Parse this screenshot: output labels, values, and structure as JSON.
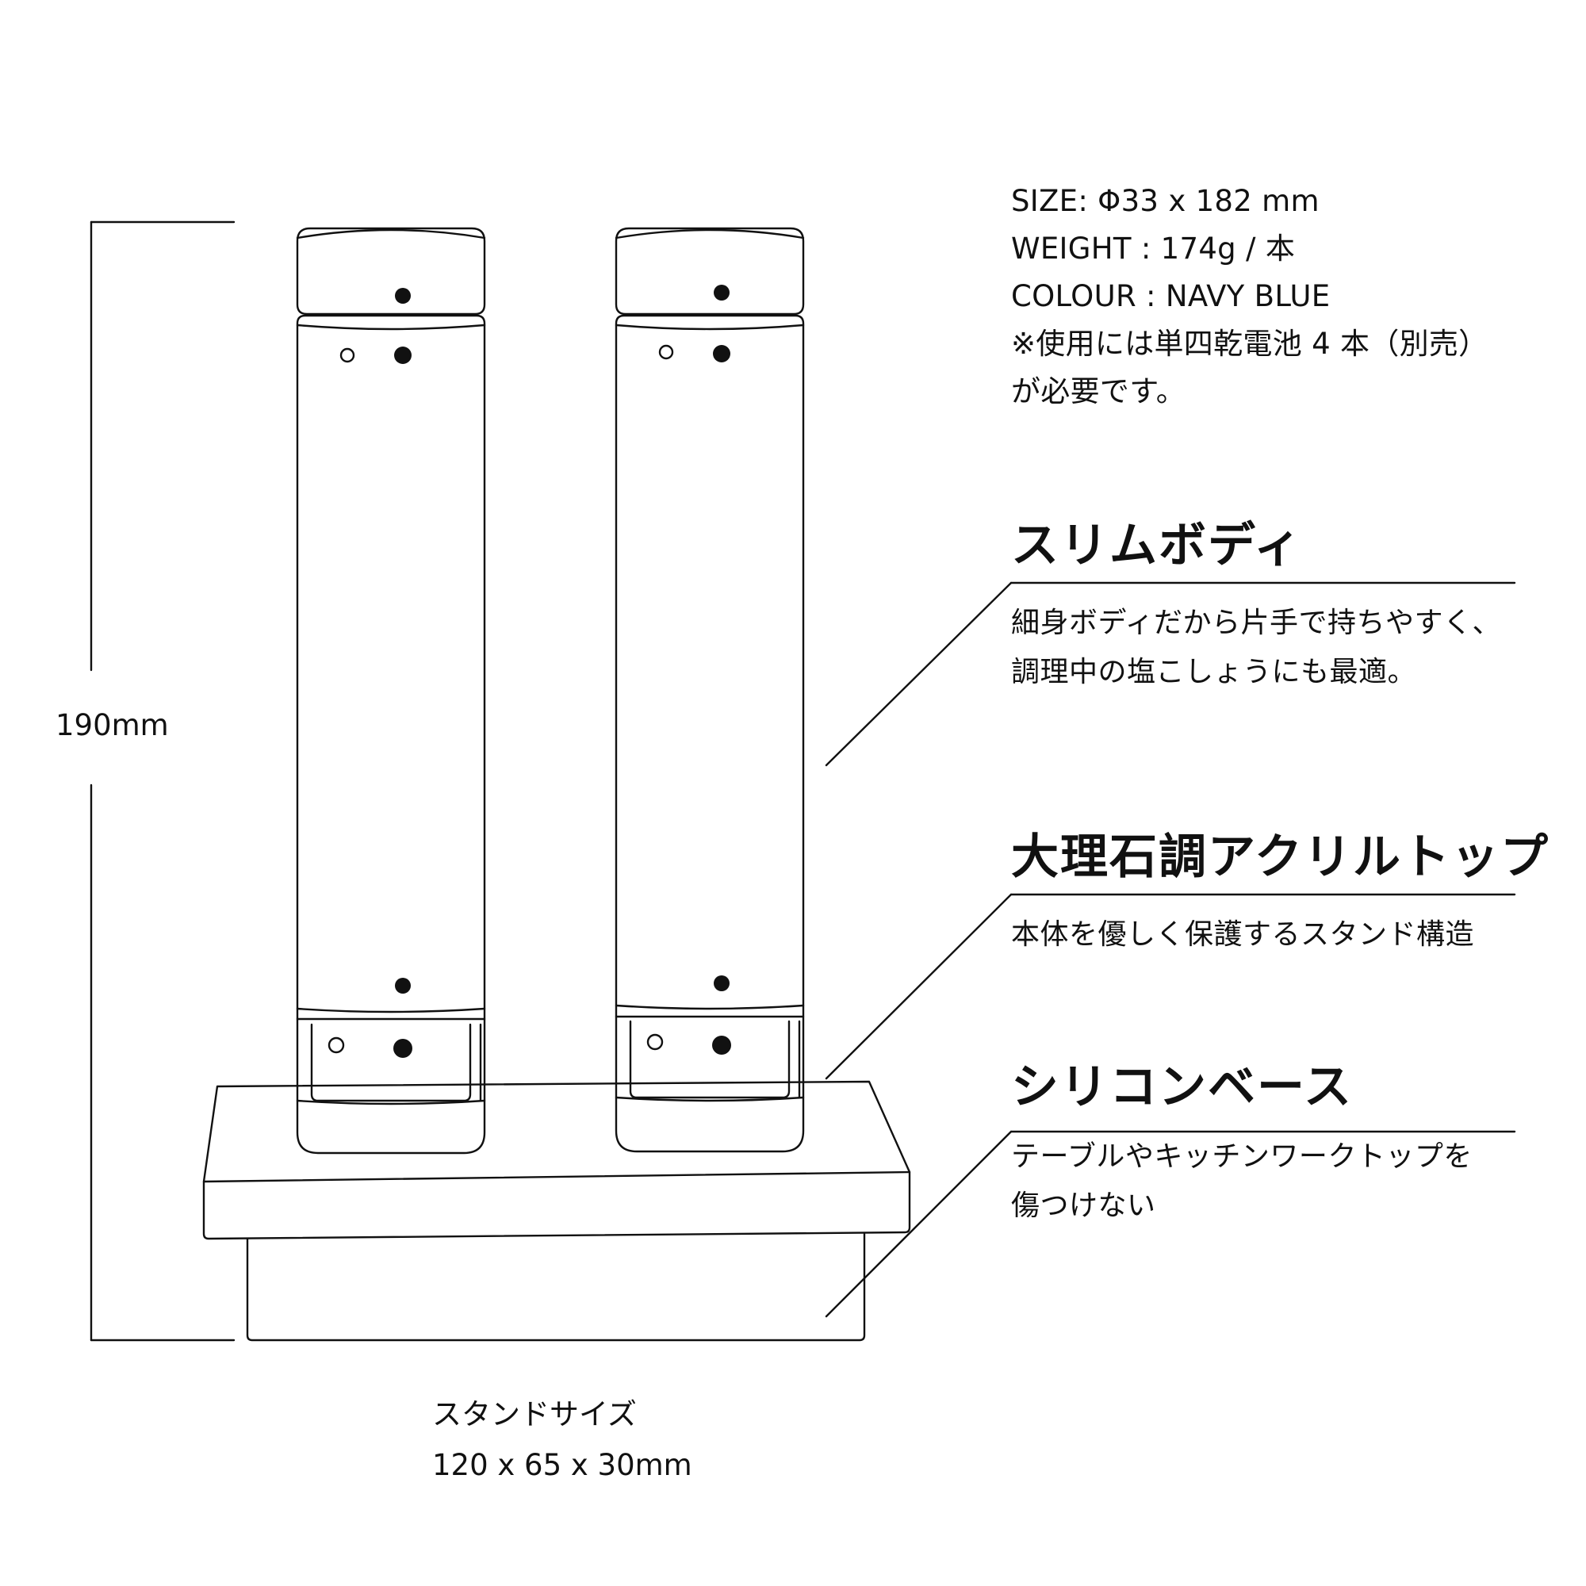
{
  "specs": {
    "size": "SIZE: Φ33 x 182 mm",
    "weight": "WEIGHT : 174g / 本",
    "colour": "COLOUR : NAVY BLUE",
    "note_line1": "※使用には単四乾電池 4 本（別売）",
    "note_line2": "が必要です。"
  },
  "features": [
    {
      "title": "スリムボディ",
      "desc": [
        "細身ボディだから片手で持ちやすく、",
        "調理中の塩こしょうにも最適。"
      ]
    },
    {
      "title": "大理石調アクリルトップ",
      "desc": [
        "本体を優しく保護するスタンド構造"
      ]
    },
    {
      "title": "シリコンベース",
      "desc": [
        "テーブルやキッチンワークトップを",
        "傷つけない"
      ]
    }
  ],
  "dimensions": {
    "height": "190mm",
    "stand_label": "スタンドサイズ",
    "stand_size": "120 x 65 x 30mm"
  },
  "colors": {
    "line": "#111111",
    "background": "#ffffff"
  }
}
